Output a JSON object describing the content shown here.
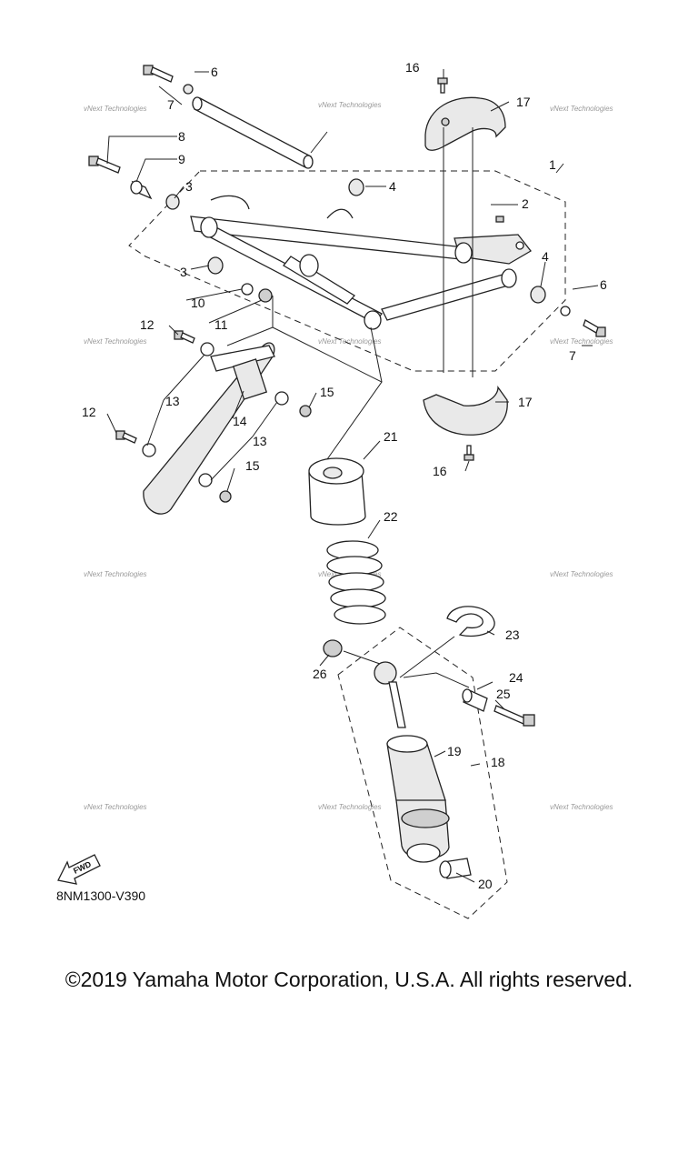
{
  "diagram": {
    "callouts": [
      "1",
      "2",
      "3",
      "3",
      "4",
      "4",
      "6",
      "6",
      "7",
      "7",
      "8",
      "9",
      "10",
      "11",
      "12",
      "12",
      "13",
      "13",
      "14",
      "15",
      "15",
      "16",
      "16",
      "17",
      "17",
      "18",
      "19",
      "20",
      "21",
      "22",
      "23",
      "24",
      "25",
      "26"
    ],
    "watermark": "vNext Technologies",
    "fwd_label": "FWD",
    "code": "8NM1300-V390"
  },
  "footer": {
    "copyright": "©2019 Yamaha Motor Corporation, U.S.A. All rights reserved."
  }
}
